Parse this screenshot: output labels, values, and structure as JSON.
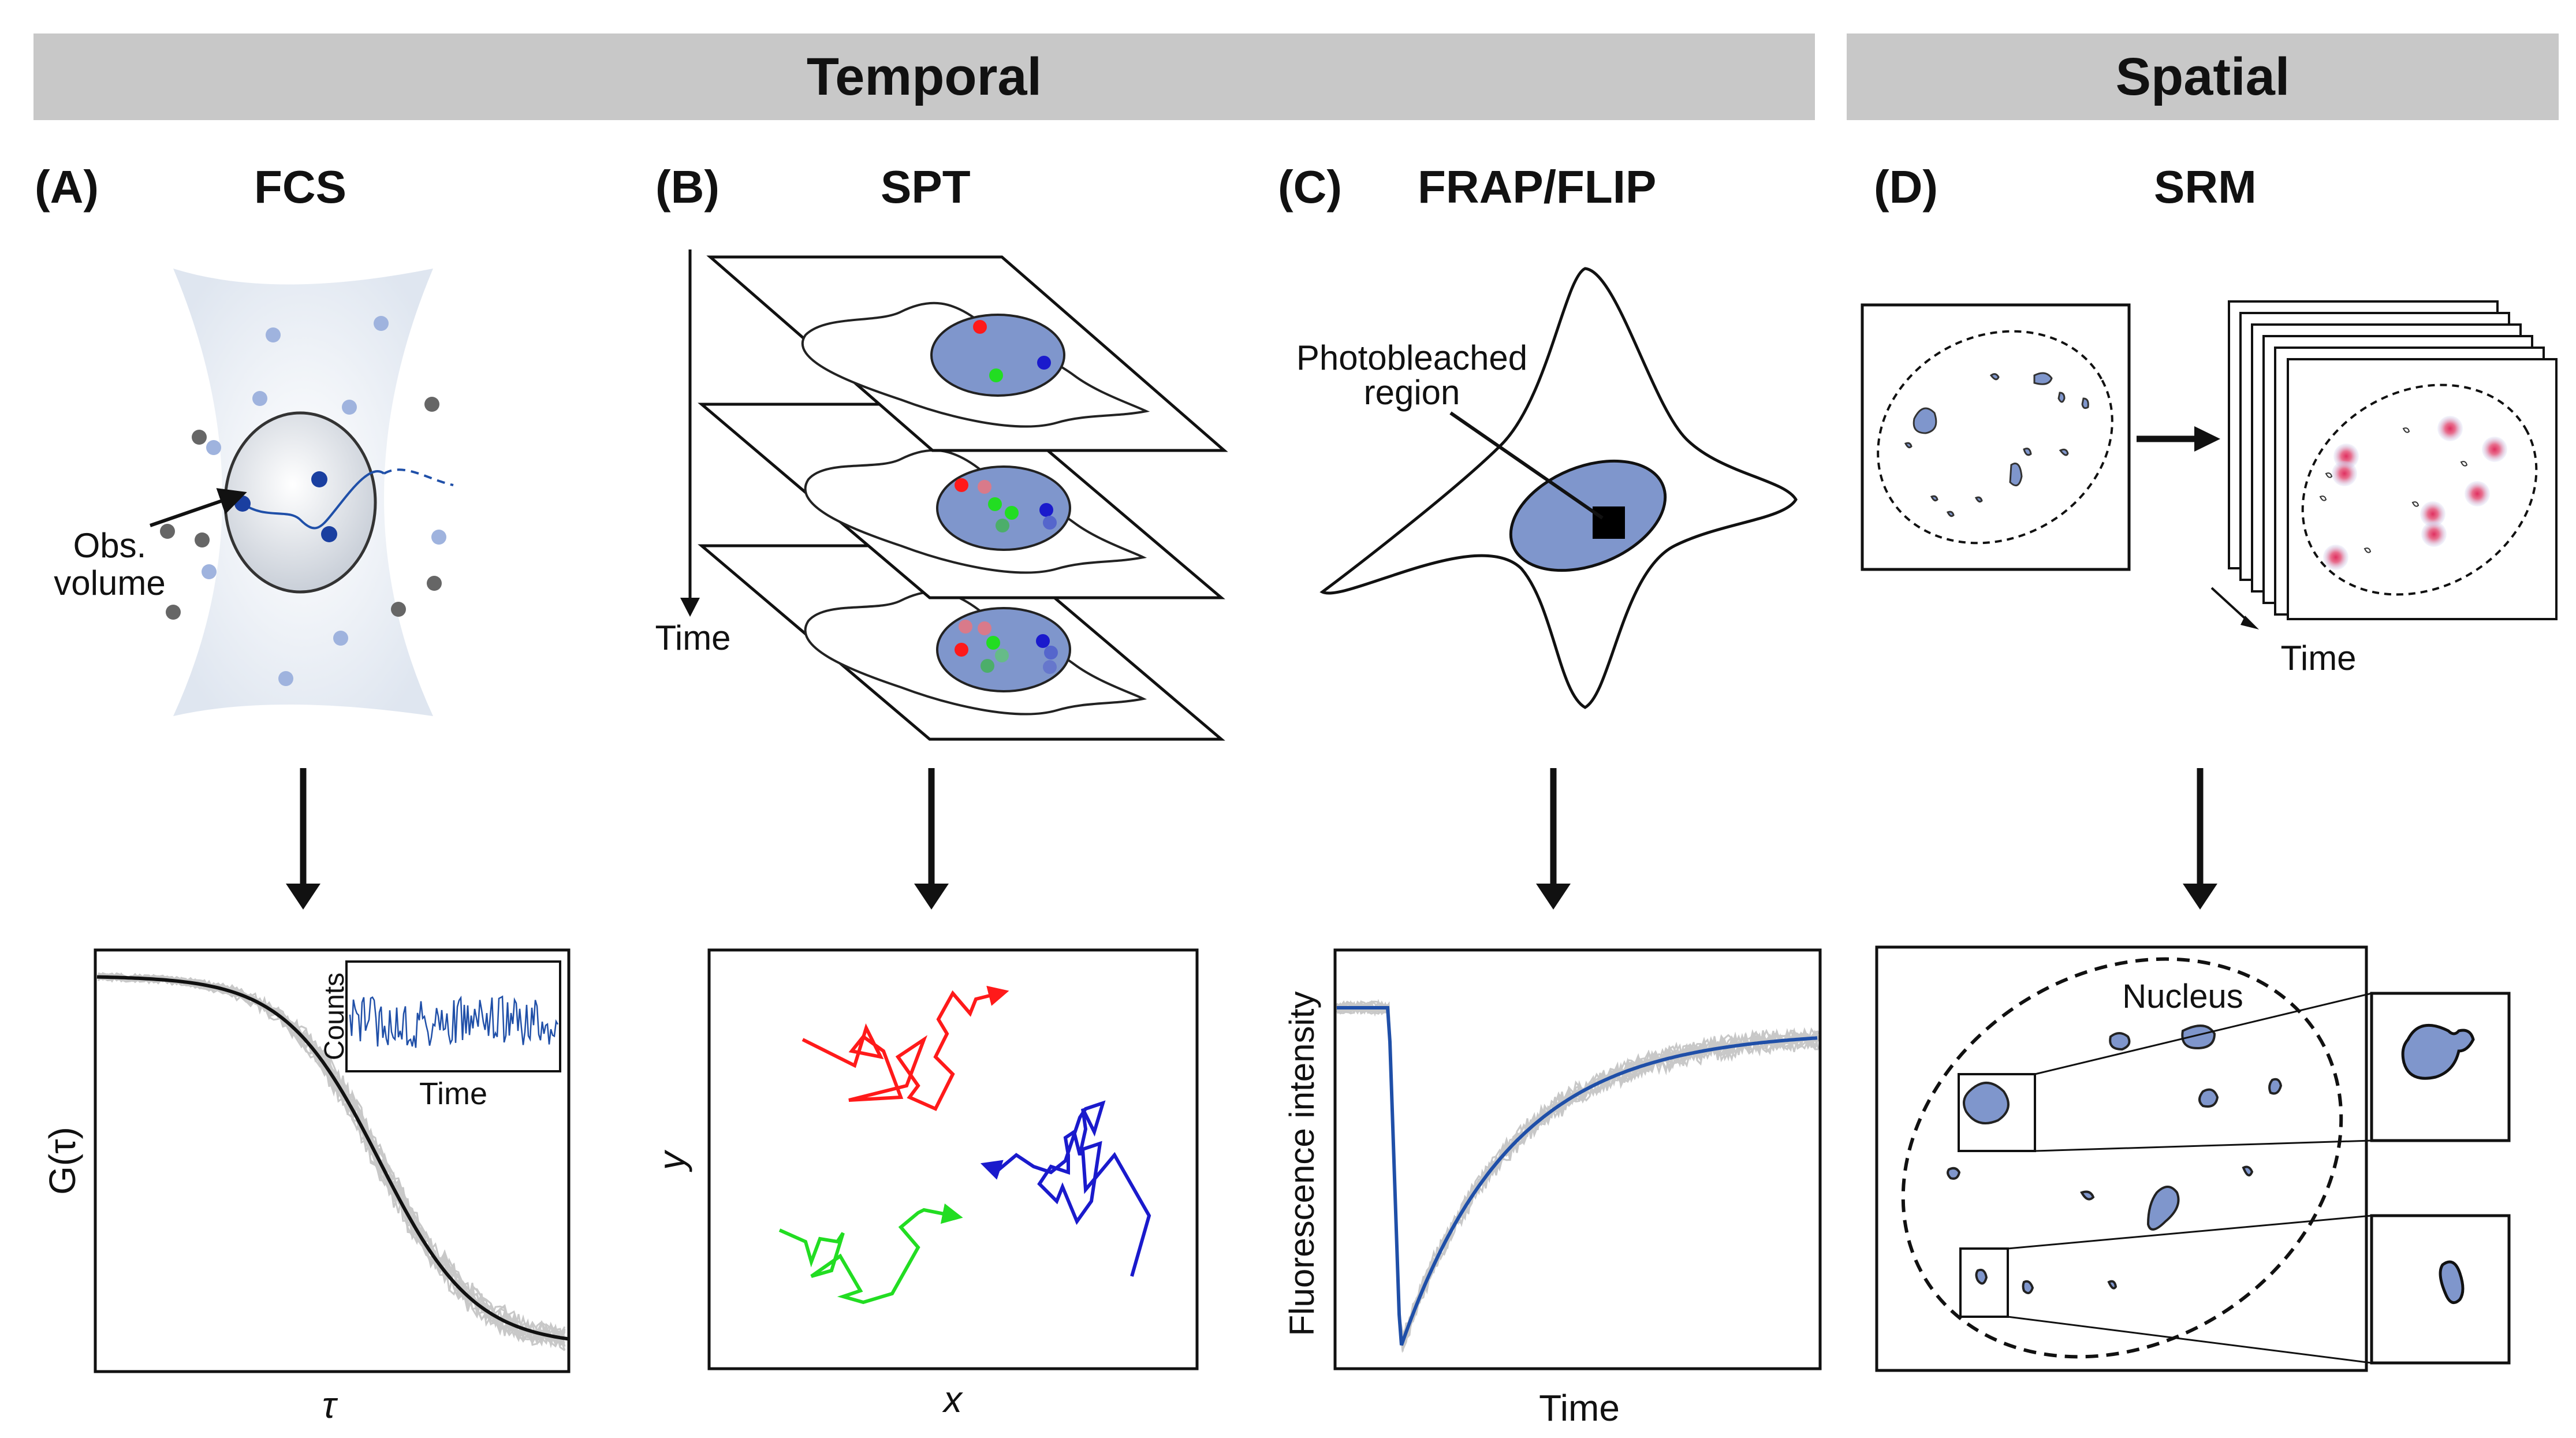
{
  "headers": {
    "temporal": "Temporal",
    "spatial": "Spatial"
  },
  "panels": {
    "a": {
      "letter": "(A)",
      "title": "FCS",
      "obs_label_1": "Obs.",
      "obs_label_2": "volume",
      "inset_ylabel": "Counts",
      "inset_xlabel": "Time",
      "ylabel": "G(τ)",
      "xlabel": "τ"
    },
    "b": {
      "letter": "(B)",
      "title": "SPT",
      "time_label": "Time",
      "ylabel": "y",
      "xlabel": "x"
    },
    "c": {
      "letter": "(C)",
      "title": "FRAP/FLIP",
      "region_label_1": "Photobleached",
      "region_label_2": "region",
      "ylabel": "Fluorescence intensity",
      "xlabel": "Time"
    },
    "d": {
      "letter": "(D)",
      "title": "SRM",
      "time_label": "Time",
      "nucleus_label": "Nucleus"
    }
  },
  "colors": {
    "header_bar": "#c8c8c8",
    "nucleus_fill": "#7f96cc",
    "track_red": "#ff1a1a",
    "track_green": "#22dd22",
    "track_blue": "#1a1acc",
    "fit_curve": "#1f4fa8",
    "raw_traces": "#c8c8c8",
    "localization": "#e03060"
  },
  "icons": [
    "down-arrow-icon",
    "right-arrow-icon"
  ]
}
